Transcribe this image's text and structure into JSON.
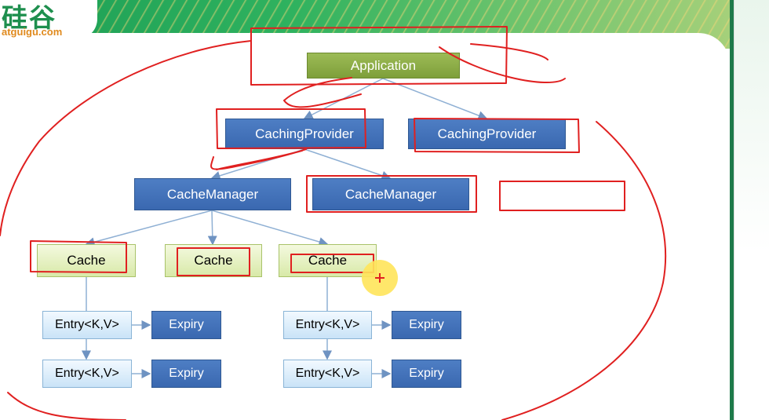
{
  "logo": {
    "main": "硅谷",
    "sub": "atguigu.com"
  },
  "diagram": {
    "application": "Application",
    "caching_provider_1": "CachingProvider",
    "caching_provider_2": "CachingProvider",
    "cache_manager_1": "CacheManager",
    "cache_manager_2": "CacheManager",
    "cache_1": "Cache",
    "cache_2": "Cache",
    "cache_3": "Cache",
    "entry_1": "Entry<K,V>",
    "entry_2": "Entry<K,V>",
    "entry_3": "Entry<K,V>",
    "entry_4": "Entry<K,V>",
    "expiry_1": "Expiry",
    "expiry_2": "Expiry",
    "expiry_3": "Expiry",
    "expiry_4": "Expiry"
  },
  "colors": {
    "annotation": "#e02020",
    "cursor_highlight": "#ffe45a",
    "application_fill": "#8aac45",
    "provider_fill": "#3f6fb6",
    "cache_fill": "#e3efbd",
    "entry_fill": "#dcebf8",
    "connector": "#8fb0d4"
  }
}
